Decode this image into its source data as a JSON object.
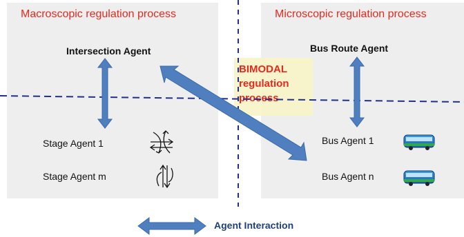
{
  "panels": {
    "left_title": "Macroscopic regulation process",
    "right_title": "Microscopic regulation process"
  },
  "agents": {
    "intersection": "Intersection Agent",
    "stage_1": "Stage Agent 1",
    "stage_m": "Stage Agent m",
    "bus_route": "Bus Route Agent",
    "bus_1": "Bus Agent 1",
    "bus_n": "Bus Agent n"
  },
  "center_label": {
    "line1": "BIMODAL",
    "line2": "regulation",
    "line3": "process"
  },
  "legend": {
    "label": "Agent Interaction"
  },
  "colors": {
    "title_red": "#e8281e",
    "arrow_blue": "#4f7fbf",
    "arrow_blue_dark": "#3b6aa8",
    "dashed_line": "#1f2f8a",
    "panel_bg": "#eeeeee",
    "legend_text": "#1f3f7a"
  },
  "icons": [
    "traffic-stage-arrows-icon",
    "bus-icon"
  ]
}
